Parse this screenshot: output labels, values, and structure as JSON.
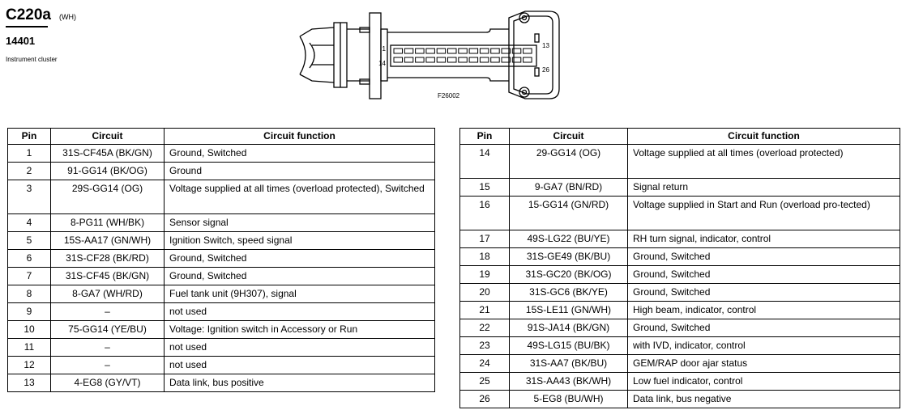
{
  "header": {
    "connector": "C220a",
    "color_code": "(WH)",
    "part_number": "14401",
    "description": "Instrument cluster"
  },
  "diagram": {
    "pin_label_1": "1",
    "pin_label_13": "13",
    "pin_label_14": "14",
    "pin_label_26": "26",
    "figure_code": "F26002"
  },
  "table": {
    "headers": [
      "Pin",
      "Circuit",
      "Circuit function"
    ],
    "left_rows": [
      {
        "pin": "1",
        "circuit": "31S-CF45A (BK/GN)",
        "function": "Ground, Switched"
      },
      {
        "pin": "2",
        "circuit": "91-GG14 (BK/OG)",
        "function": "Ground"
      },
      {
        "pin": "3",
        "circuit": "29S-GG14 (OG)",
        "function": "Voltage supplied at all times (overload protected), Switched"
      },
      {
        "pin": "4",
        "circuit": "8-PG11 (WH/BK)",
        "function": "Sensor signal"
      },
      {
        "pin": "5",
        "circuit": "15S-AA17 (GN/WH)",
        "function": "Ignition Switch, speed signal"
      },
      {
        "pin": "6",
        "circuit": "31S-CF28 (BK/RD)",
        "function": "Ground, Switched"
      },
      {
        "pin": "7",
        "circuit": "31S-CF45 (BK/GN)",
        "function": "Ground, Switched"
      },
      {
        "pin": "8",
        "circuit": "8-GA7 (WH/RD)",
        "function": "Fuel tank unit (9H307), signal"
      },
      {
        "pin": "9",
        "circuit": "–",
        "function": "not used"
      },
      {
        "pin": "10",
        "circuit": "75-GG14 (YE/BU)",
        "function": "Voltage: Ignition switch in Accessory or Run"
      },
      {
        "pin": "11",
        "circuit": "–",
        "function": "not used"
      },
      {
        "pin": "12",
        "circuit": "–",
        "function": "not used"
      },
      {
        "pin": "13",
        "circuit": "4-EG8 (GY/VT)",
        "function": "Data link, bus positive"
      }
    ],
    "right_rows": [
      {
        "pin": "14",
        "circuit": "29-GG14 (OG)",
        "function": "Voltage supplied at all times (overload protected)"
      },
      {
        "pin": "15",
        "circuit": "9-GA7 (BN/RD)",
        "function": "Signal return"
      },
      {
        "pin": "16",
        "circuit": "15-GG14 (GN/RD)",
        "function": "Voltage supplied in Start and Run (overload pro-tected)"
      },
      {
        "pin": "17",
        "circuit": "49S-LG22 (BU/YE)",
        "function": "RH turn signal, indicator, control"
      },
      {
        "pin": "18",
        "circuit": "31S-GE49 (BK/BU)",
        "function": "Ground, Switched"
      },
      {
        "pin": "19",
        "circuit": "31S-GC20 (BK/OG)",
        "function": "Ground, Switched"
      },
      {
        "pin": "20",
        "circuit": "31S-GC6 (BK/YE)",
        "function": "Ground, Switched"
      },
      {
        "pin": "21",
        "circuit": "15S-LE11 (GN/WH)",
        "function": "High beam, indicator, control"
      },
      {
        "pin": "22",
        "circuit": "91S-JA14 (BK/GN)",
        "function": "Ground, Switched"
      },
      {
        "pin": "23",
        "circuit": "49S-LG15 (BU/BK)",
        "function": "with IVD, indicator, control"
      },
      {
        "pin": "24",
        "circuit": "31S-AA7 (BK/BU)",
        "function": "GEM/RAP door ajar status"
      },
      {
        "pin": "25",
        "circuit": "31S-AA43 (BK/WH)",
        "function": "Low fuel indicator, control"
      },
      {
        "pin": "26",
        "circuit": "5-EG8 (BU/WH)",
        "function": "Data link, bus negative"
      }
    ]
  }
}
